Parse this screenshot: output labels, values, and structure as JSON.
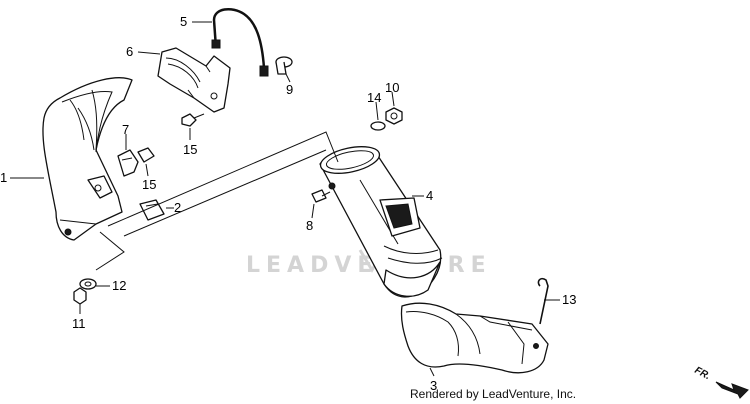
{
  "diagram": {
    "callouts": [
      {
        "id": "c1",
        "label": "1"
      },
      {
        "id": "c2",
        "label": "2"
      },
      {
        "id": "c3",
        "label": "3"
      },
      {
        "id": "c4",
        "label": "4"
      },
      {
        "id": "c5",
        "label": "5"
      },
      {
        "id": "c6",
        "label": "6"
      },
      {
        "id": "c7",
        "label": "7"
      },
      {
        "id": "c8",
        "label": "8"
      },
      {
        "id": "c9",
        "label": "9"
      },
      {
        "id": "c10",
        "label": "10"
      },
      {
        "id": "c11",
        "label": "11"
      },
      {
        "id": "c12",
        "label": "12"
      },
      {
        "id": "c13",
        "label": "13"
      },
      {
        "id": "c14",
        "label": "14"
      },
      {
        "id": "c15a",
        "label": "15"
      },
      {
        "id": "c15b",
        "label": "15"
      }
    ],
    "watermark": "LEADVENTURE",
    "credit": "Rendered by LeadVenture, Inc.",
    "direction_label": "FR."
  }
}
